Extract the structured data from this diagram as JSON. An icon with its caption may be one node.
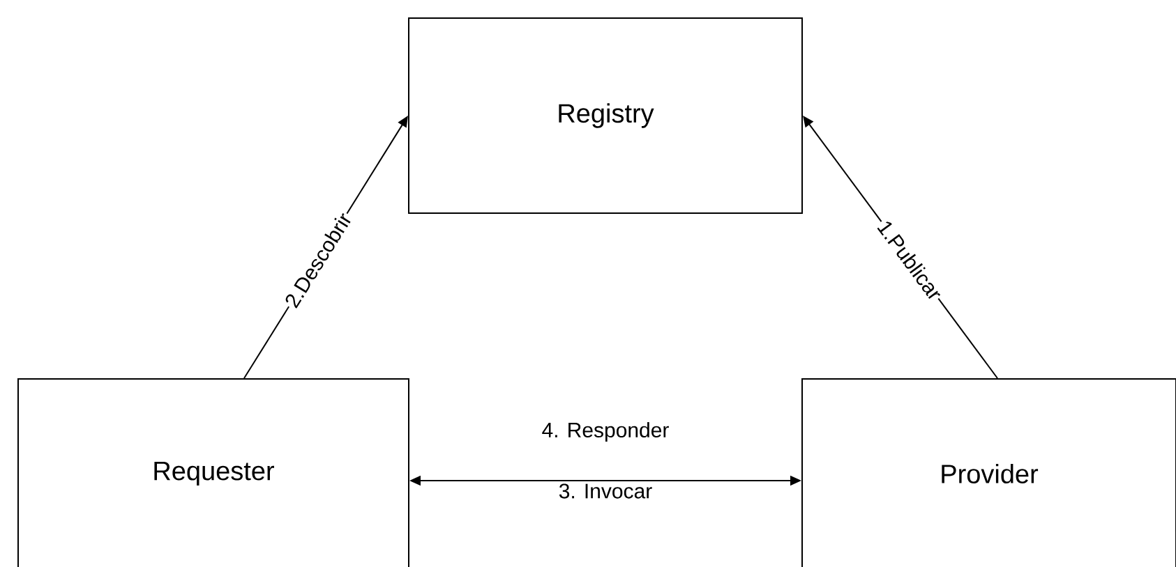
{
  "diagram": {
    "nodes": [
      {
        "text": [
          "Registry"
        ]
      },
      {
        "text": [
          "Requester"
        ]
      },
      {
        "text": [
          "Provider"
        ]
      }
    ],
    "edges": [
      {
        "from": 2,
        "to": 0,
        "arrow": "to",
        "label": "1.Publicar"
      },
      {
        "from": 1,
        "to": 0,
        "arrow": "to",
        "label": "2.Descobrir"
      },
      {
        "from": 1,
        "to": 2,
        "arrow": "both",
        "label": "3. Invocar"
      }
    ],
    "labels": [
      "4. Responder"
    ]
  }
}
